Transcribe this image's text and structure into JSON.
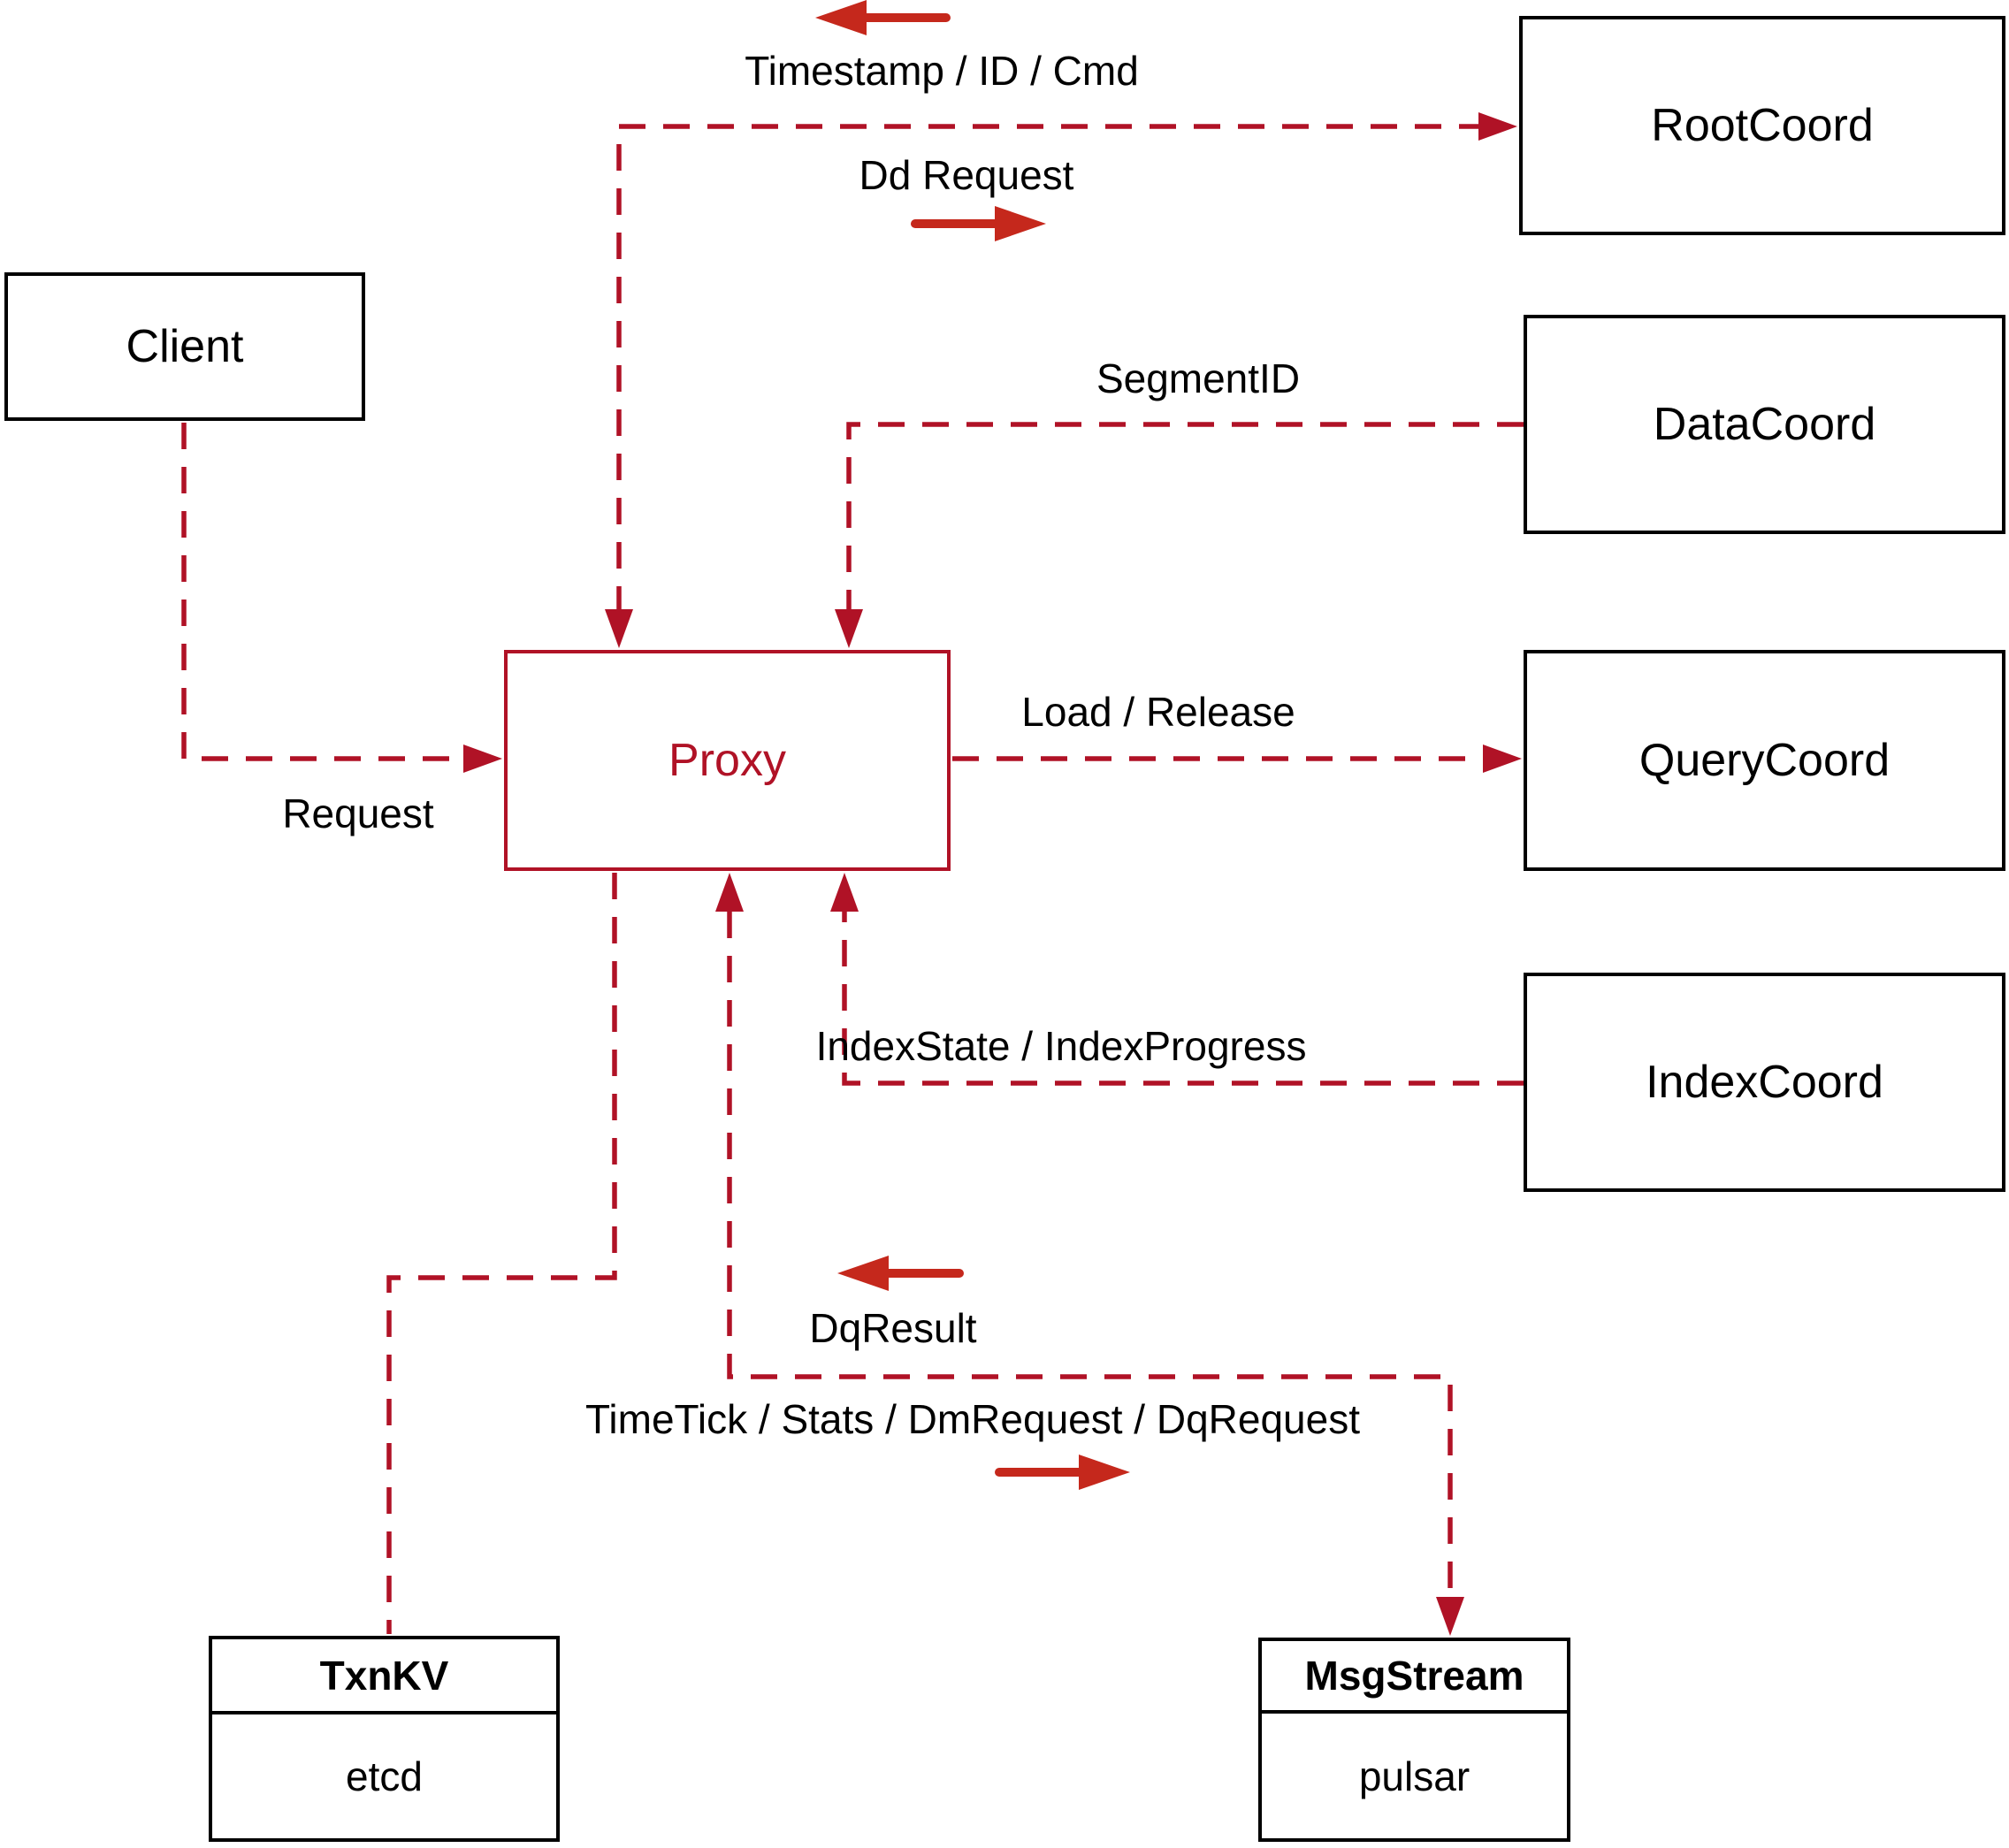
{
  "diagram_title": "Proxy interaction diagram",
  "colors": {
    "line": "#b01226",
    "arrow": "#c5281c",
    "ink": "#000000",
    "background": "#ffffff"
  },
  "nodes": {
    "client": {
      "label": "Client"
    },
    "proxy": {
      "label": "Proxy"
    },
    "root_coord": {
      "label": "RootCoord"
    },
    "data_coord": {
      "label": "DataCoord"
    },
    "query_coord": {
      "label": "QueryCoord"
    },
    "index_coord": {
      "label": "IndexCoord"
    },
    "txn_kv": {
      "title": "TxnKV",
      "body": "etcd"
    },
    "msg_stream": {
      "title": "MsgStream",
      "body": "pulsar"
    }
  },
  "edge_labels": {
    "timestamp": "Timestamp / ID / Cmd",
    "dd_request": "Dd Request",
    "segment_id": "SegmentID",
    "load_release": "Load / Release",
    "index_state": "IndexState / IndexProgress",
    "request": "Request",
    "dq_result": "DqResult",
    "time_tick": "TimeTick / Stats / DmRequest / DqRequest"
  }
}
